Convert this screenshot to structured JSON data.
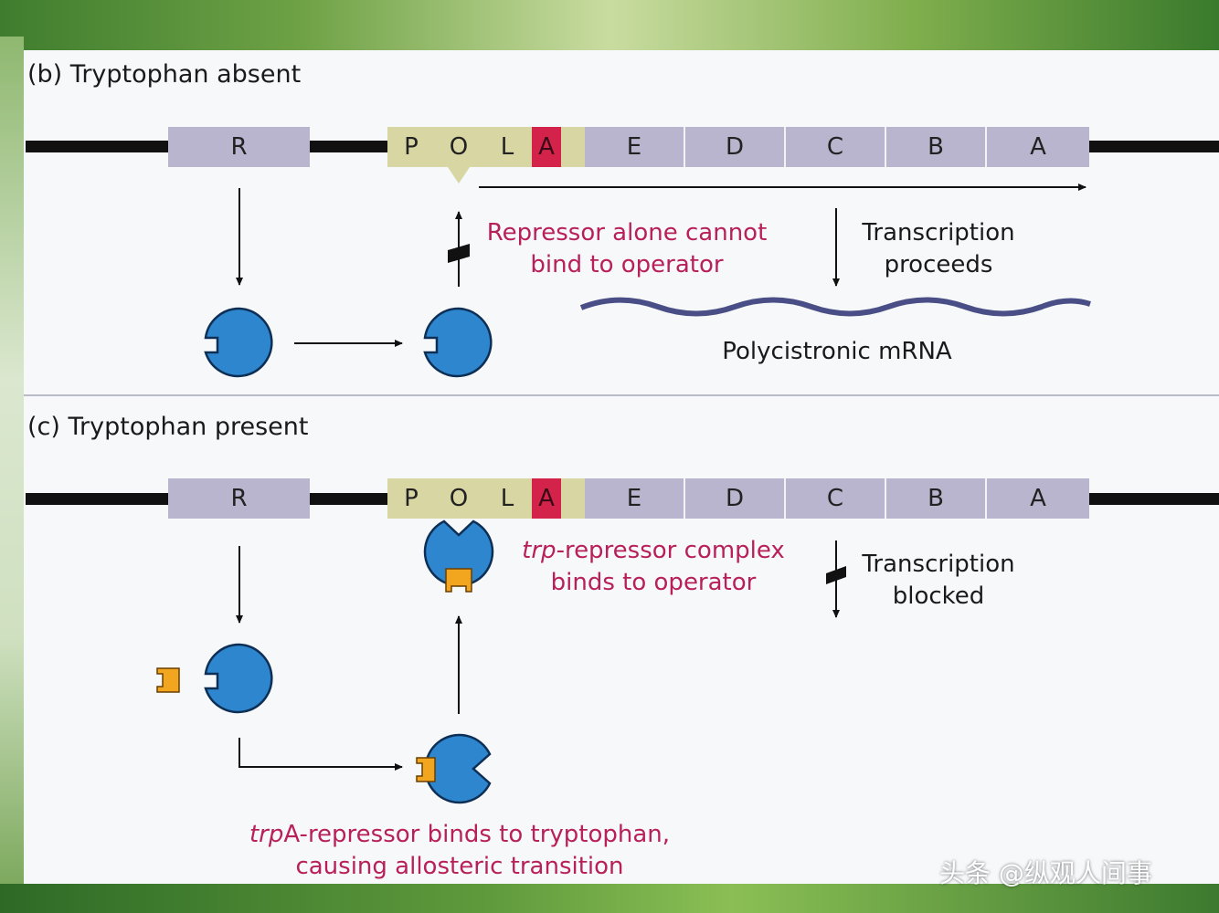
{
  "panel_b": {
    "heading": "(b) Tryptophan absent",
    "regulatory_gene": "R",
    "regions": [
      "P",
      "O",
      "L",
      "A"
    ],
    "genes": [
      "E",
      "D",
      "C",
      "B",
      "A"
    ],
    "repressor_note_line1": "Repressor alone cannot",
    "repressor_note_line2": "bind to operator",
    "transcription_line1": "Transcription",
    "transcription_line2": "proceeds",
    "mrna_label": "Polycistronic mRNA"
  },
  "panel_c": {
    "heading": "(c) Tryptophan present",
    "regulatory_gene": "R",
    "regions": [
      "P",
      "O",
      "L",
      "A"
    ],
    "genes": [
      "E",
      "D",
      "C",
      "B",
      "A"
    ],
    "complex_note_italic": "trp",
    "complex_note_line1_rest": "-repressor complex",
    "complex_note_line2": "binds to operator",
    "transcription_line1": "Transcription",
    "transcription_line2": "blocked",
    "bind_note_italic": "trp",
    "bind_note_line1_rest": "A-repressor binds to tryptophan,",
    "bind_note_line2": "causing allosteric transition"
  },
  "watermark": "头条 @纵观人间事",
  "colors": {
    "gene_box": "#b9b5cf",
    "promoter_box": "#d8d6a2",
    "attenuator_box": "#d4234a",
    "repressor": "#2e86cf",
    "tryptophan": "#f2a51e",
    "mrna": "#4a4e86",
    "note_text": "#b8205a"
  }
}
